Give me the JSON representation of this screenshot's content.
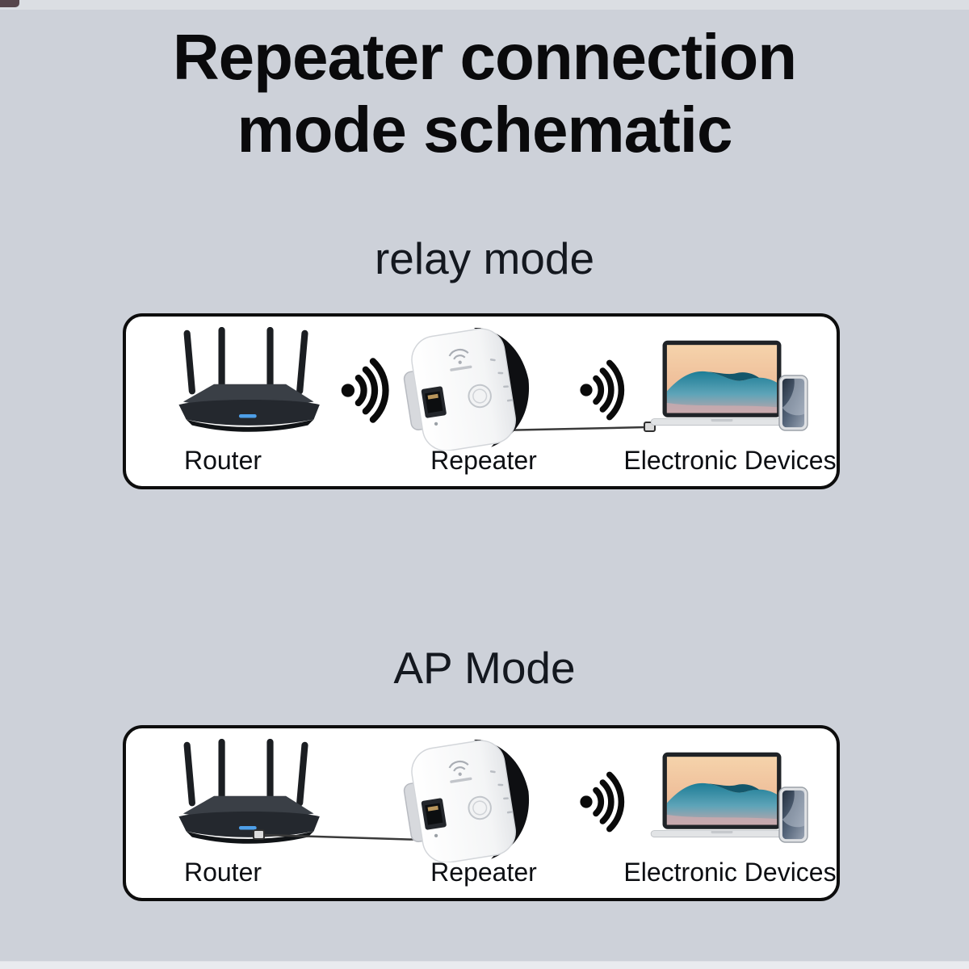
{
  "page": {
    "title_line1": "Repeater connection",
    "title_line2": "mode schematic"
  },
  "sections": [
    {
      "heading": "relay mode",
      "device_labels": [
        "Router",
        "Repeater",
        "Electronic Devices"
      ],
      "router_to_repeater": "wireless",
      "repeater_to_devices": "wireless + wired"
    },
    {
      "heading": "AP Mode",
      "device_labels": [
        "Router",
        "Repeater",
        "Electronic Devices"
      ],
      "router_to_repeater": "wired",
      "repeater_to_devices": "wireless"
    }
  ],
  "colors": {
    "background": "#cdd1d9",
    "panel_background": "#ffffff",
    "panel_border": "#0d0d0d",
    "text": "#0b0e14",
    "wifi_icon": "#0a0a0a",
    "router_led": "#4e9fe8"
  }
}
